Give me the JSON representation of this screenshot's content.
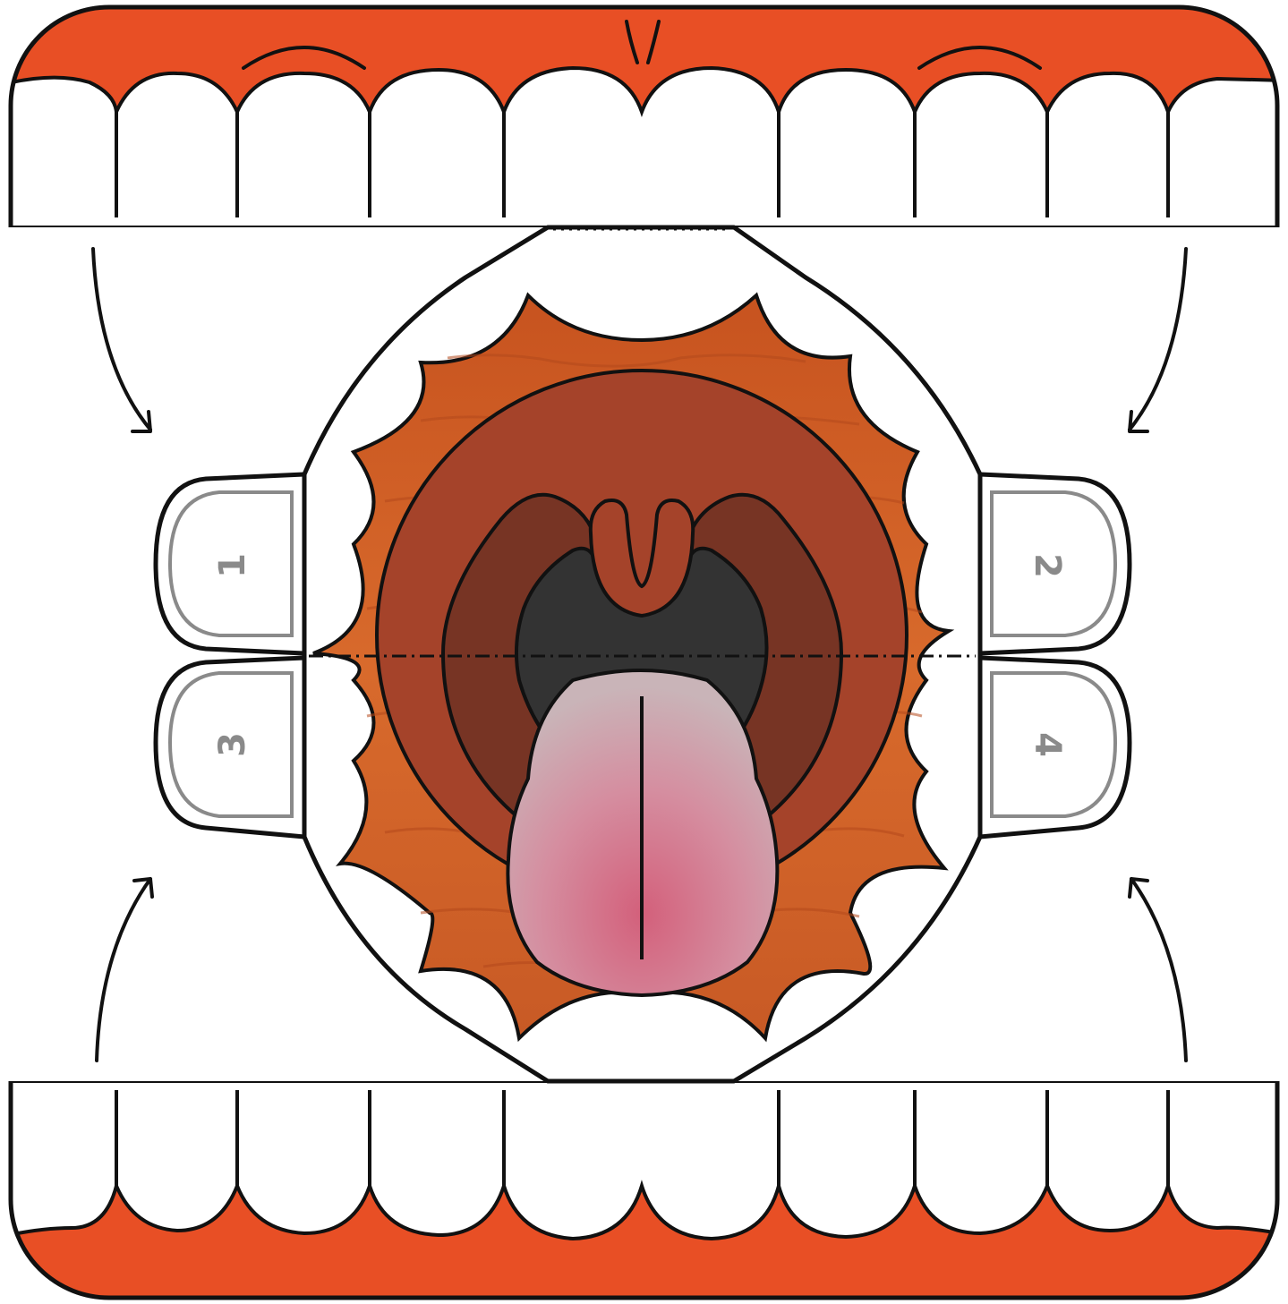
{
  "colors": {
    "gum": "#e84f25",
    "tooth": "#ffffff",
    "outline": "#111111",
    "mouth_bg": "#c95a26",
    "palate_outer": "#a5432a",
    "palate_inner": "#773424",
    "throat": "#333333",
    "uvula": "#a5432a",
    "tongue": "#d58a9c",
    "tab_gray": "#8a8a8a"
  },
  "tabs": {
    "tab1": "1",
    "tab2": "2",
    "tab3": "3",
    "tab4": "4"
  },
  "icons": {
    "fold_arrows": "curved-arrow-icon"
  }
}
